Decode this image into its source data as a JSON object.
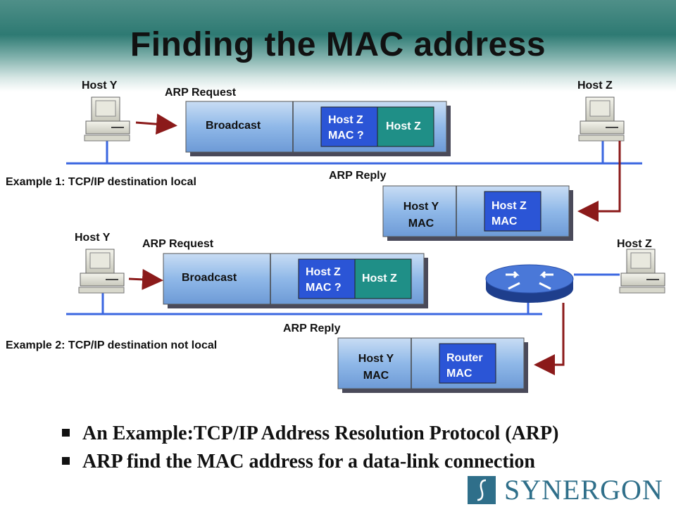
{
  "title": "Finding the MAC address",
  "example1": {
    "label": "Example 1: TCP/IP destination local",
    "host_y": "Host Y",
    "host_z": "Host Z",
    "request": {
      "label": "ARP Request",
      "field1": "Broadcast",
      "field2_line1": "Host Z",
      "field2_line2": "MAC ?",
      "field3": "Host Z"
    },
    "reply": {
      "label": "ARP Reply",
      "field1_line1": "Host Y",
      "field1_line2": "MAC",
      "field2_line1": "Host Z",
      "field2_line2": "MAC"
    }
  },
  "example2": {
    "label": "Example 2: TCP/IP destination not local",
    "host_y": "Host Y",
    "host_z": "Host Z",
    "request": {
      "label": "ARP Request",
      "field1": "Broadcast",
      "field2_line1": "Host Z",
      "field2_line2": "MAC ?",
      "field3": "Host Z"
    },
    "reply": {
      "label": "ARP Reply",
      "field1_line1": "Host Y",
      "field1_line2": "MAC",
      "field2_line1": "Router",
      "field2_line2": "MAC"
    }
  },
  "bullets": [
    "An Example:TCP/IP Address Resolution Protocol (ARP)",
    "ARP find the MAC address for a data-link connection"
  ],
  "logo": "SYNERGON",
  "colors": {
    "teal": "#1f8f87",
    "blue_field": "#2b55d6",
    "frame_blue": "#8fb8e8",
    "network_line": "#3a66e0",
    "arrow_red": "#8b1a1a"
  }
}
